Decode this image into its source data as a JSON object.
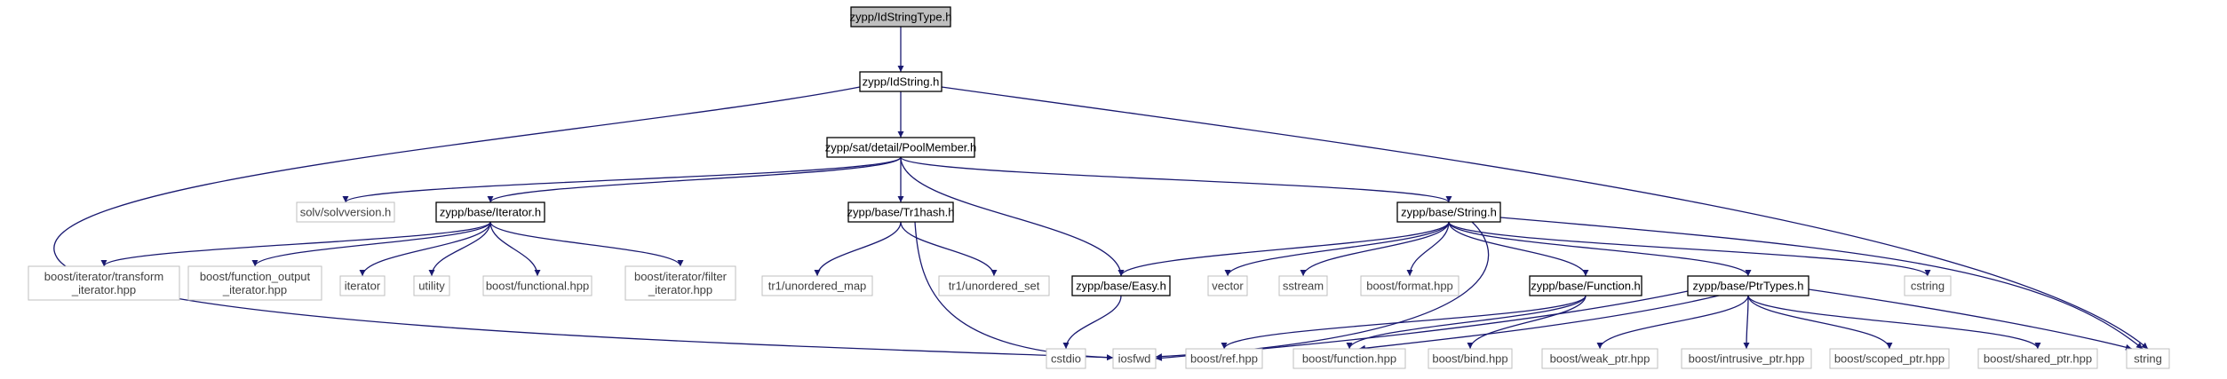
{
  "colors": {
    "edge": "#191970",
    "root_fill": "#bfbfbf",
    "node_border": "#000000",
    "external_border": "#bfbfbf",
    "external_text": "#404040",
    "text": "#000000"
  },
  "nodes": {
    "idstringtype": {
      "label": "zypp/IdStringType.h",
      "lines": [
        "zypp/IdStringType.h"
      ],
      "kind": "root"
    },
    "idstring": {
      "label": "zypp/IdString.h",
      "lines": [
        "zypp/IdString.h"
      ],
      "kind": "file"
    },
    "poolmember": {
      "label": "zypp/sat/detail/PoolMember.h",
      "lines": [
        "zypp/sat/detail/PoolMember.h"
      ],
      "kind": "file"
    },
    "solvversion": {
      "label": "solv/solvversion.h",
      "lines": [
        "solv/solvversion.h"
      ],
      "kind": "external"
    },
    "iterator_h": {
      "label": "zypp/base/Iterator.h",
      "lines": [
        "zypp/base/Iterator.h"
      ],
      "kind": "file"
    },
    "tr1hash": {
      "label": "zypp/base/Tr1hash.h",
      "lines": [
        "zypp/base/Tr1hash.h"
      ],
      "kind": "file"
    },
    "string_h": {
      "label": "zypp/base/String.h",
      "lines": [
        "zypp/base/String.h"
      ],
      "kind": "file"
    },
    "transform_iter": {
      "label": "boost/iterator/transform_iterator.hpp",
      "lines": [
        "boost/iterator/transform",
        "_iterator.hpp"
      ],
      "kind": "external"
    },
    "function_output_iter": {
      "label": "boost/function_output_iterator.hpp",
      "lines": [
        "boost/function_output",
        "_iterator.hpp"
      ],
      "kind": "external"
    },
    "iterator": {
      "label": "iterator",
      "lines": [
        "iterator"
      ],
      "kind": "external"
    },
    "utility": {
      "label": "utility",
      "lines": [
        "utility"
      ],
      "kind": "external"
    },
    "functional": {
      "label": "boost/functional.hpp",
      "lines": [
        "boost/functional.hpp"
      ],
      "kind": "external"
    },
    "filter_iter": {
      "label": "boost/iterator/filter_iterator.hpp",
      "lines": [
        "boost/iterator/filter",
        "_iterator.hpp"
      ],
      "kind": "external"
    },
    "unordered_map": {
      "label": "tr1/unordered_map",
      "lines": [
        "tr1/unordered_map"
      ],
      "kind": "external"
    },
    "unordered_set": {
      "label": "tr1/unordered_set",
      "lines": [
        "tr1/unordered_set"
      ],
      "kind": "external"
    },
    "easy": {
      "label": "zypp/base/Easy.h",
      "lines": [
        "zypp/base/Easy.h"
      ],
      "kind": "file"
    },
    "vector": {
      "label": "vector",
      "lines": [
        "vector"
      ],
      "kind": "external"
    },
    "sstream": {
      "label": "sstream",
      "lines": [
        "sstream"
      ],
      "kind": "external"
    },
    "format": {
      "label": "boost/format.hpp",
      "lines": [
        "boost/format.hpp"
      ],
      "kind": "external"
    },
    "function_h": {
      "label": "zypp/base/Function.h",
      "lines": [
        "zypp/base/Function.h"
      ],
      "kind": "file"
    },
    "ptrtypes": {
      "label": "zypp/base/PtrTypes.h",
      "lines": [
        "zypp/base/PtrTypes.h"
      ],
      "kind": "file"
    },
    "cstring": {
      "label": "cstring",
      "lines": [
        "cstring"
      ],
      "kind": "external"
    },
    "cstdio": {
      "label": "cstdio",
      "lines": [
        "cstdio"
      ],
      "kind": "external"
    },
    "iosfwd": {
      "label": "iosfwd",
      "lines": [
        "iosfwd"
      ],
      "kind": "external"
    },
    "ref": {
      "label": "boost/ref.hpp",
      "lines": [
        "boost/ref.hpp"
      ],
      "kind": "external"
    },
    "function_hpp": {
      "label": "boost/function.hpp",
      "lines": [
        "boost/function.hpp"
      ],
      "kind": "external"
    },
    "bind": {
      "label": "boost/bind.hpp",
      "lines": [
        "boost/bind.hpp"
      ],
      "kind": "external"
    },
    "weak_ptr": {
      "label": "boost/weak_ptr.hpp",
      "lines": [
        "boost/weak_ptr.hpp"
      ],
      "kind": "external"
    },
    "intrusive_ptr": {
      "label": "boost/intrusive_ptr.hpp",
      "lines": [
        "boost/intrusive_ptr.hpp"
      ],
      "kind": "external"
    },
    "scoped_ptr": {
      "label": "boost/scoped_ptr.hpp",
      "lines": [
        "boost/scoped_ptr.hpp"
      ],
      "kind": "external"
    },
    "shared_ptr": {
      "label": "boost/shared_ptr.hpp",
      "lines": [
        "boost/shared_ptr.hpp"
      ],
      "kind": "external"
    },
    "string": {
      "label": "string",
      "lines": [
        "string"
      ],
      "kind": "external"
    }
  },
  "edges": [
    [
      "idstringtype",
      "idstring"
    ],
    [
      "idstring",
      "poolmember"
    ],
    [
      "idstring",
      "iosfwd"
    ],
    [
      "idstring",
      "string"
    ],
    [
      "poolmember",
      "solvversion"
    ],
    [
      "poolmember",
      "iterator_h"
    ],
    [
      "poolmember",
      "tr1hash"
    ],
    [
      "poolmember",
      "easy"
    ],
    [
      "poolmember",
      "string_h"
    ],
    [
      "iterator_h",
      "transform_iter"
    ],
    [
      "iterator_h",
      "function_output_iter"
    ],
    [
      "iterator_h",
      "iterator"
    ],
    [
      "iterator_h",
      "utility"
    ],
    [
      "iterator_h",
      "functional"
    ],
    [
      "iterator_h",
      "filter_iter"
    ],
    [
      "tr1hash",
      "unordered_map"
    ],
    [
      "tr1hash",
      "unordered_set"
    ],
    [
      "tr1hash",
      "iosfwd"
    ],
    [
      "string_h",
      "easy"
    ],
    [
      "string_h",
      "vector"
    ],
    [
      "string_h",
      "sstream"
    ],
    [
      "string_h",
      "format"
    ],
    [
      "string_h",
      "function_h"
    ],
    [
      "string_h",
      "ptrtypes"
    ],
    [
      "string_h",
      "cstring"
    ],
    [
      "string_h",
      "string"
    ],
    [
      "string_h",
      "iosfwd"
    ],
    [
      "easy",
      "cstdio"
    ],
    [
      "function_h",
      "ref"
    ],
    [
      "function_h",
      "function_hpp"
    ],
    [
      "function_h",
      "bind"
    ],
    [
      "ptrtypes",
      "iosfwd"
    ],
    [
      "ptrtypes",
      "string"
    ],
    [
      "ptrtypes",
      "function_hpp"
    ],
    [
      "ptrtypes",
      "weak_ptr"
    ],
    [
      "ptrtypes",
      "intrusive_ptr"
    ],
    [
      "ptrtypes",
      "scoped_ptr"
    ],
    [
      "ptrtypes",
      "shared_ptr"
    ]
  ]
}
